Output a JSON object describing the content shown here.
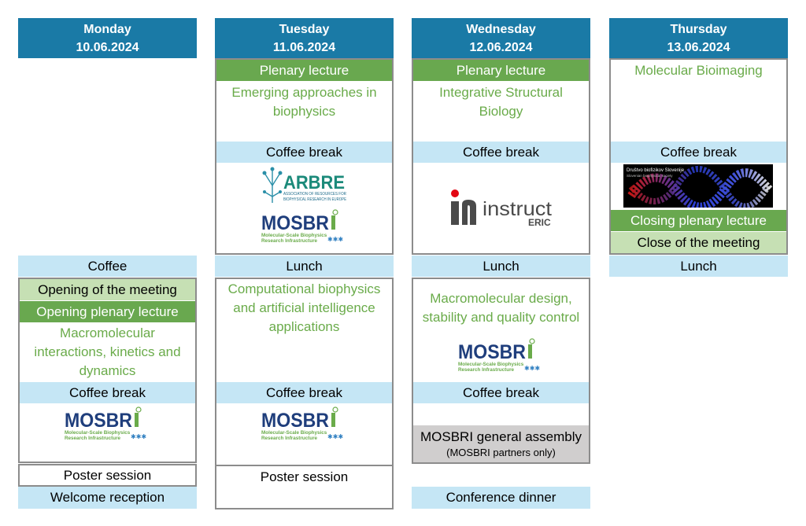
{
  "days": [
    {
      "name": "Monday",
      "date": "10.06.2024"
    },
    {
      "name": "Tuesday",
      "date": "11.06.2024"
    },
    {
      "name": "Wednesday",
      "date": "12.06.2024"
    },
    {
      "name": "Thursday",
      "date": "13.06.2024"
    }
  ],
  "monday": {
    "coffee": "Coffee",
    "opening_meeting": "Opening of the meeting",
    "opening_plenary": "Opening plenary lecture",
    "session": "Macromolecular interactions, kinetics and dynamics",
    "coffee_break": "Coffee break",
    "poster": "Poster session",
    "welcome": "Welcome reception"
  },
  "tuesday": {
    "plenary": "Plenary lecture",
    "session_am": "Emerging approaches in biophysics",
    "coffee_break_am": "Coffee break",
    "lunch": "Lunch",
    "session_pm": "Computational biophysics and artificial intelligence applications",
    "coffee_break_pm": "Coffee break",
    "poster": "Poster session"
  },
  "wednesday": {
    "plenary": "Plenary lecture",
    "session_am": "Integrative Structural Biology",
    "coffee_break_am": "Coffee break",
    "lunch": "Lunch",
    "session_pm": "Macromolecular design, stability and quality control",
    "coffee_break_pm": "Coffee break",
    "assembly": "MOSBRI general assembly",
    "assembly_note": "(MOSBRI partners only)",
    "dinner": "Conference dinner"
  },
  "thursday": {
    "session": "Molecular Bioimaging",
    "coffee_break": "Coffee break",
    "closing_plenary": "Closing plenary lecture",
    "close": "Close of the meeting",
    "lunch": "Lunch"
  },
  "logos": {
    "mosbri": {
      "name": "MOSBRI",
      "tagline1": "Molecular-Scale Biophysics",
      "tagline2": "Research Infrastructure"
    },
    "arbre": {
      "name": "ARBRE",
      "tagline1": "Association of Resources for",
      "tagline2": "Biophysical Research in Europe"
    },
    "instruct": {
      "name": "instruct",
      "sub": "ERIC"
    },
    "dbs": {
      "name": "Društvo biofizikov Slovenije",
      "sub": "Slovenian biophysical society"
    }
  },
  "colors": {
    "header": "#1a7aa6",
    "light_blue": "#c5e6f5",
    "dark_green": "#69a84f",
    "light_green": "#c6e0b4",
    "green_text": "#6aab4a",
    "grey": "#d0cece",
    "mosbri_blue": "#1f3e7c"
  }
}
